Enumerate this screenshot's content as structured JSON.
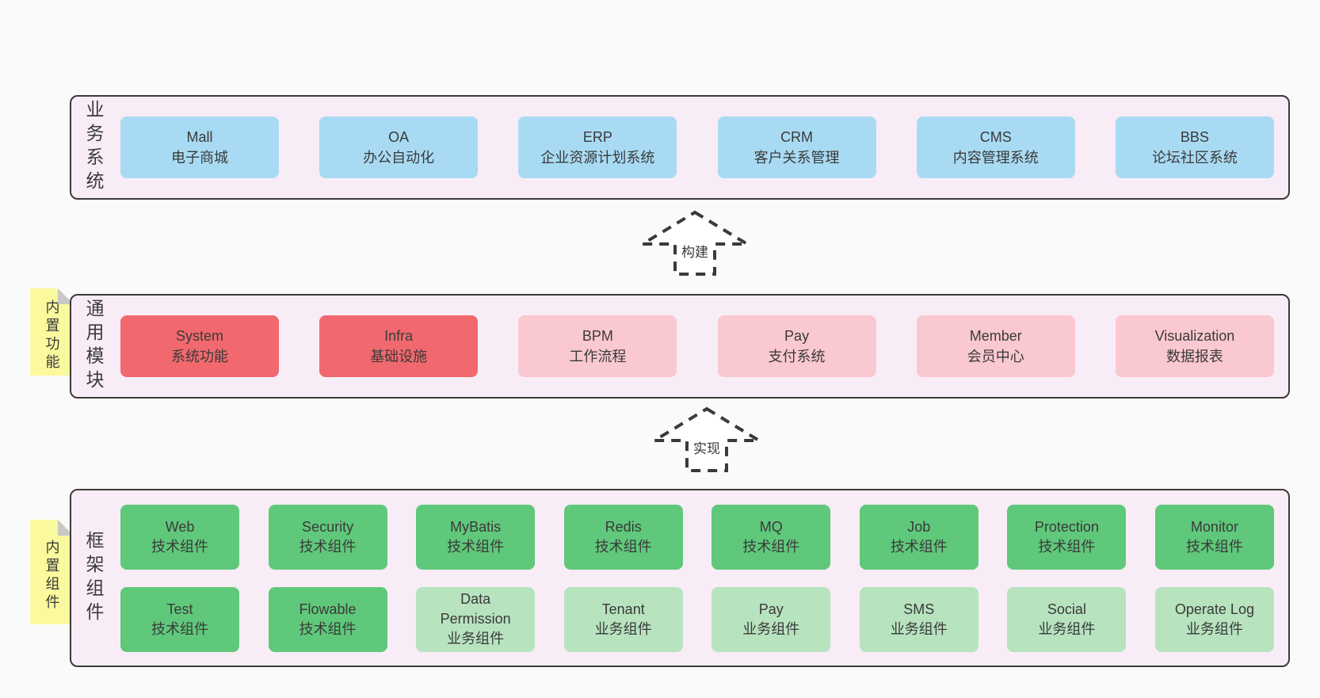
{
  "colors": {
    "page_bg": "#fafafa",
    "band_bg": "#f8edf6",
    "band_border": "#3a3a3a",
    "text": "#3a3a3a",
    "blue_box": "#a8dbf3",
    "red_box": "#f1696e",
    "pink_box": "#fac8d0",
    "green_box": "#5fc87a",
    "light_green_box": "#b7e3bf",
    "sticky_yellow": "#fbf99d",
    "sticky_fold_gray": "#c8c8c8"
  },
  "bands": [
    {
      "label": "业务系统",
      "boxes": [
        {
          "title": "Mall",
          "subtitle": "电子商城"
        },
        {
          "title": "OA",
          "subtitle": "办公自动化"
        },
        {
          "title": "ERP",
          "subtitle": "企业资源计划系统"
        },
        {
          "title": "CRM",
          "subtitle": "客户关系管理"
        },
        {
          "title": "CMS",
          "subtitle": "内容管理系统"
        },
        {
          "title": "BBS",
          "subtitle": "论坛社区系统"
        }
      ]
    },
    {
      "label": "通用模块",
      "sticky": "内置功能",
      "boxes": [
        {
          "title": "System",
          "subtitle": "系统功能"
        },
        {
          "title": "Infra",
          "subtitle": "基础设施"
        },
        {
          "title": "BPM",
          "subtitle": "工作流程"
        },
        {
          "title": "Pay",
          "subtitle": "支付系统"
        },
        {
          "title": "Member",
          "subtitle": "会员中心"
        },
        {
          "title": "Visualization",
          "subtitle": "数据报表"
        }
      ]
    },
    {
      "label": "框架组件",
      "sticky": "内置组件",
      "row1": [
        {
          "title": "Web",
          "subtitle": "技术组件"
        },
        {
          "title": "Security",
          "subtitle": "技术组件"
        },
        {
          "title": "MyBatis",
          "subtitle": "技术组件"
        },
        {
          "title": "Redis",
          "subtitle": "技术组件"
        },
        {
          "title": "MQ",
          "subtitle": "技术组件"
        },
        {
          "title": "Job",
          "subtitle": "技术组件"
        },
        {
          "title": "Protection",
          "subtitle": "技术组件"
        },
        {
          "title": "Monitor",
          "subtitle": "技术组件"
        }
      ],
      "row2": [
        {
          "title": "Test",
          "subtitle": "技术组件"
        },
        {
          "title": "Flowable",
          "subtitle": "技术组件"
        },
        {
          "title": "Data Permission",
          "subtitle": "业务组件"
        },
        {
          "title": "Tenant",
          "subtitle": "业务组件"
        },
        {
          "title": "Pay",
          "subtitle": "业务组件"
        },
        {
          "title": "SMS",
          "subtitle": "业务组件"
        },
        {
          "title": "Social",
          "subtitle": "业务组件"
        },
        {
          "title": "Operate Log",
          "subtitle": "业务组件"
        }
      ]
    }
  ],
  "arrows": [
    {
      "label": "构建"
    },
    {
      "label": "实现"
    }
  ]
}
